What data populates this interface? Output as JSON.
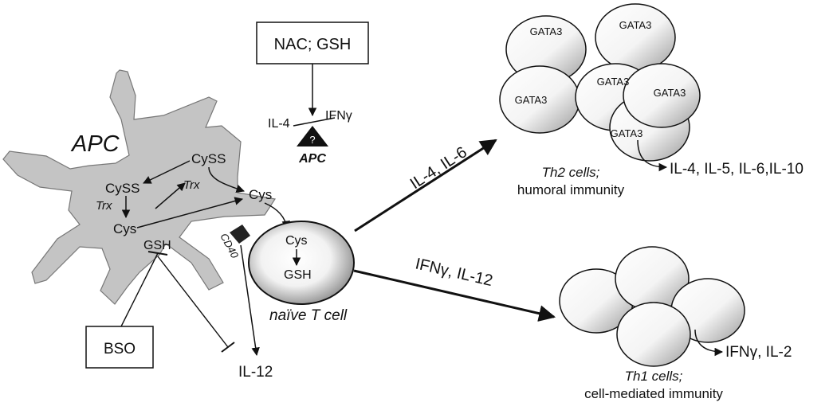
{
  "boxes": {
    "nac_gsh": "NAC; GSH",
    "bso": "BSO"
  },
  "apc": {
    "label": "APC",
    "cyss_left": "CySS",
    "trx_left": "Trx",
    "cys_left": "Cys",
    "gsh": "GSH",
    "cyss_top": "CySS",
    "trx_mid": "Trx",
    "cys_right": "Cys",
    "cd40": "CD40"
  },
  "balance": {
    "left": "IL-4",
    "right": "IFNγ",
    "question": "?",
    "apc": "APC"
  },
  "tcell": {
    "cys": "Cys",
    "gsh": "GSH",
    "label": "naïve T cell"
  },
  "il12_output": "IL-12",
  "arrows": {
    "th2": "IL-4, IL-6",
    "th1": "IFNγ, IL-12"
  },
  "th2": {
    "gata": [
      "GATA3",
      "GATA3",
      "GATA3",
      "GATA3",
      "GATA3",
      "GATA3"
    ],
    "title": "Th2 cells;",
    "subtitle": "humoral immunity",
    "cytokines": "IL-4, IL-5, IL-6,IL-10"
  },
  "th1": {
    "title": "Th1 cells;",
    "subtitle": "cell-mediated immunity",
    "cytokines": "IFNγ, IL-2"
  }
}
